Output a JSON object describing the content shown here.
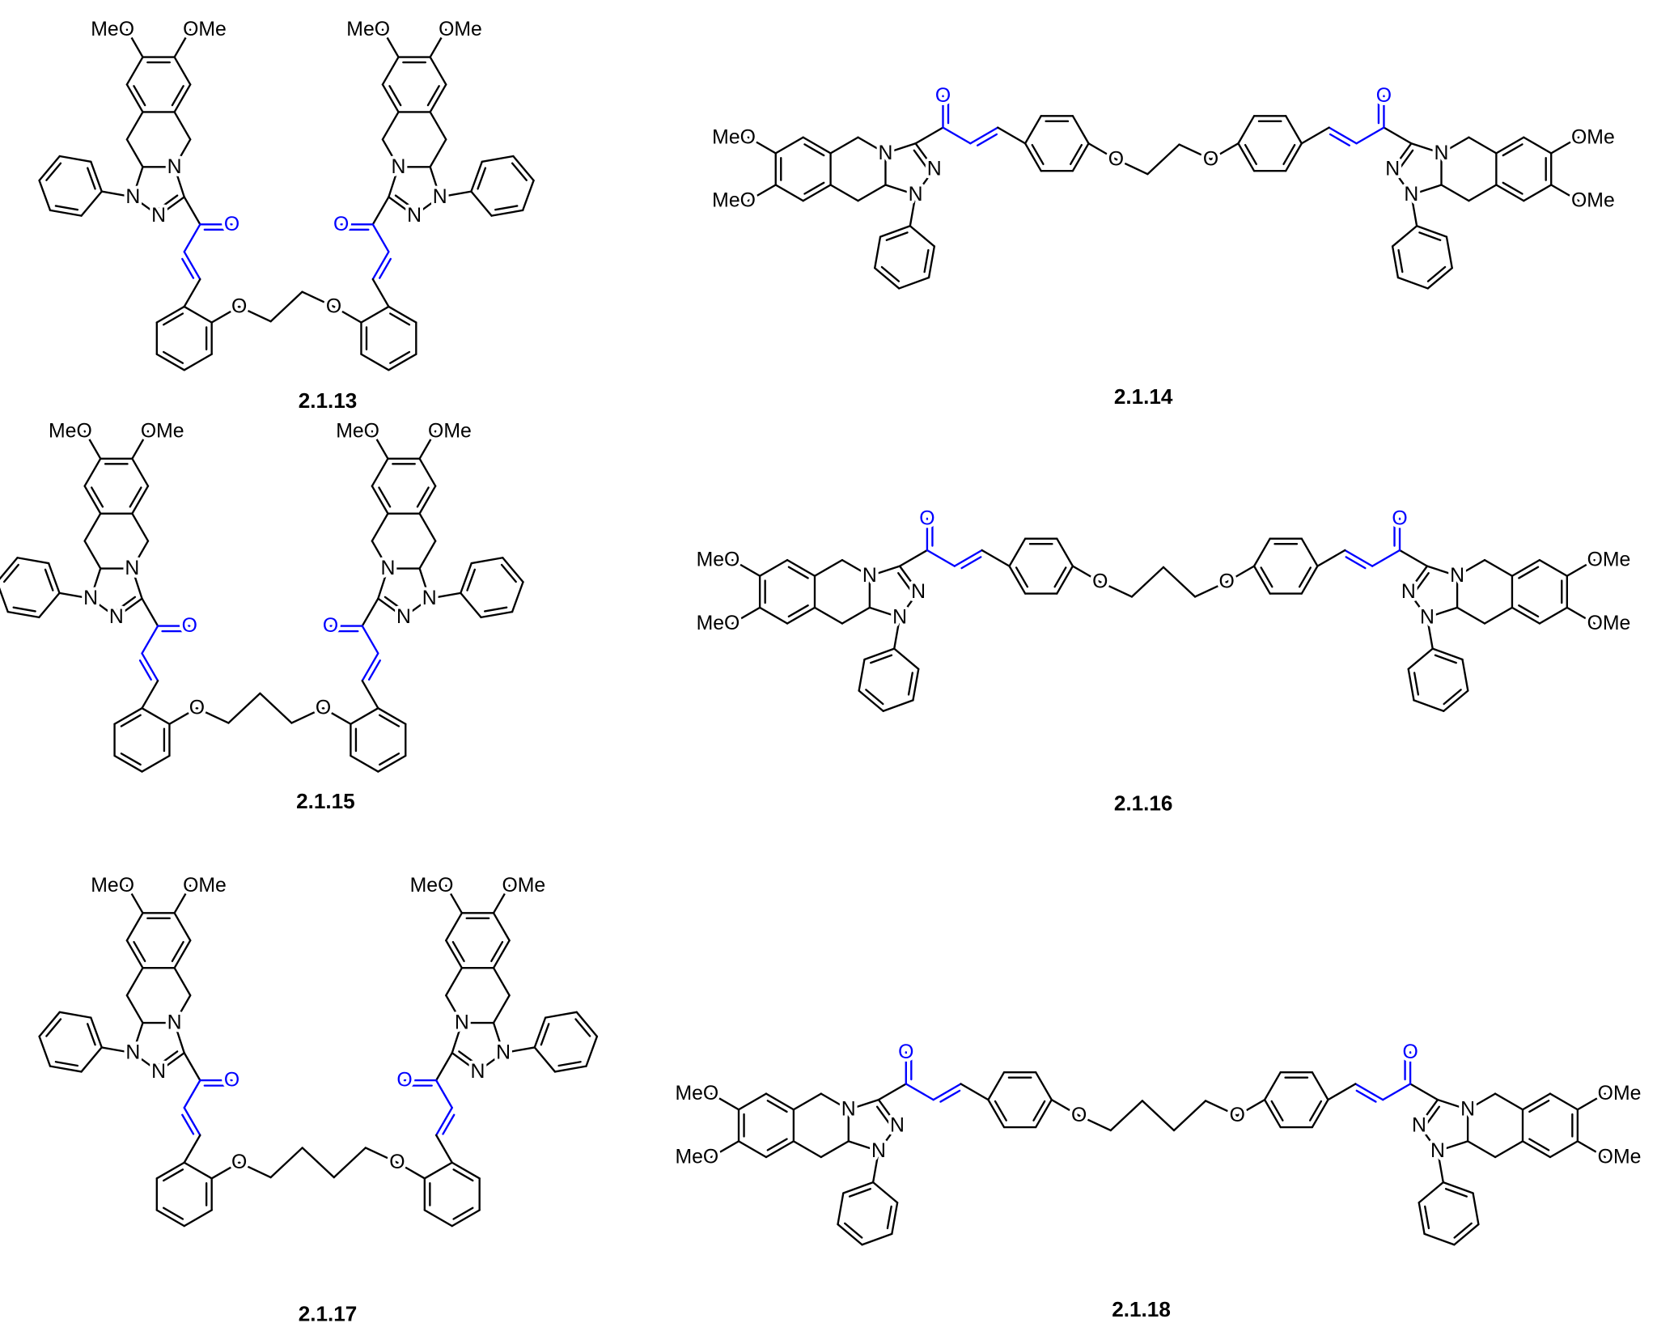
{
  "compounds": [
    {
      "id": "2.1.13"
    },
    {
      "id": "2.1.14"
    },
    {
      "id": "2.1.15"
    },
    {
      "id": "2.1.16"
    },
    {
      "id": "2.1.17"
    },
    {
      "id": "2.1.18"
    }
  ],
  "atoms": {
    "N": "N",
    "O": "O",
    "MeO": "MeO",
    "OMe": "OMe"
  },
  "colors": {
    "bond": "#000000",
    "enone": "#0000ff"
  }
}
